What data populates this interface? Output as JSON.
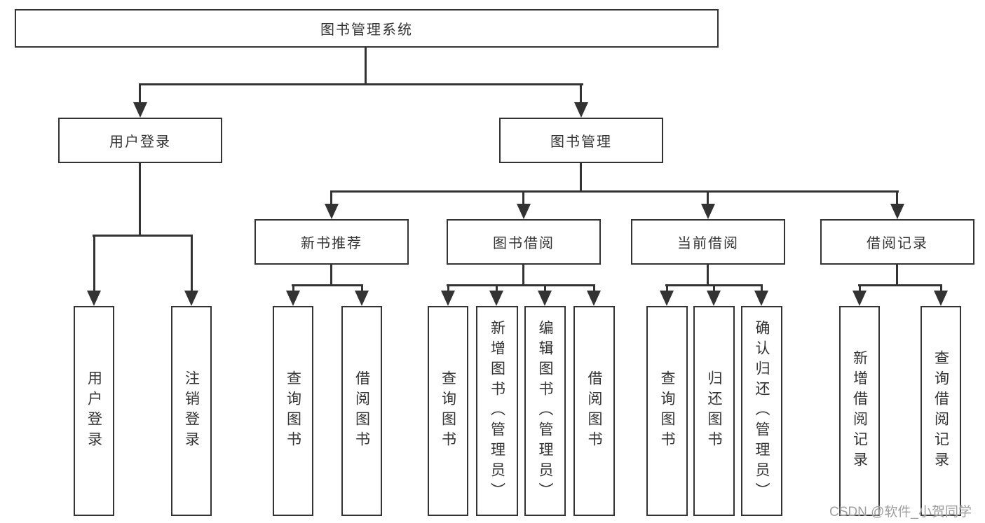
{
  "watermark": "CSDN @软件_小贺同学",
  "colors": {
    "line": "#333333",
    "box_border": "#333333",
    "text": "#333333",
    "watermark": "#9e9e9e",
    "background": "#ffffff"
  },
  "tree": {
    "root": "图书管理系统",
    "branches": [
      {
        "label": "用户登录",
        "children": [
          "用户登录",
          "注销登录"
        ]
      },
      {
        "label": "图书管理",
        "children": [
          {
            "label": "新书推荐",
            "children": [
              "查询图书",
              "借阅图书"
            ]
          },
          {
            "label": "图书借阅",
            "children": [
              "查询图书",
              "新增图书（管理员）",
              "编辑图书（管理员）",
              "借阅图书"
            ]
          },
          {
            "label": "当前借阅",
            "children": [
              "查询图书",
              "归还图书",
              "确认归还（管理员）"
            ]
          },
          {
            "label": "借阅记录",
            "children": [
              "新增借阅记录",
              "查询借阅记录"
            ]
          }
        ]
      }
    ]
  }
}
